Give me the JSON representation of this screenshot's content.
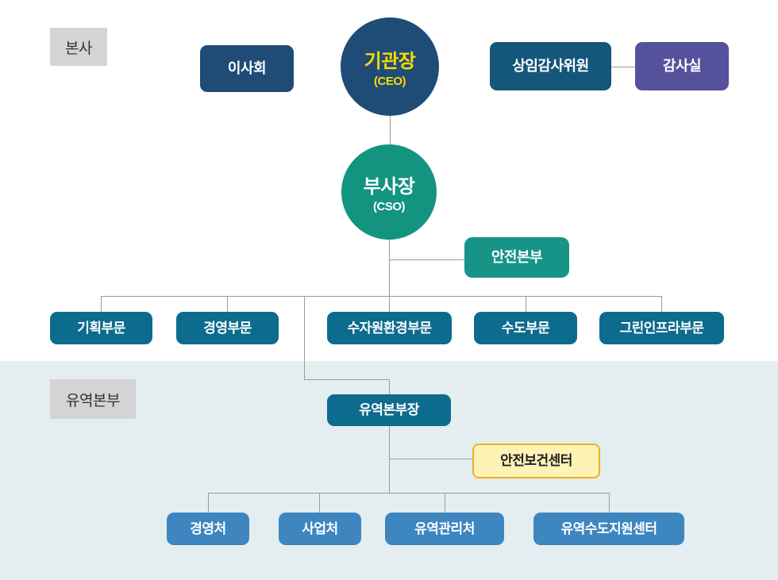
{
  "sections": {
    "headquarters": {
      "label": "본사"
    },
    "basin": {
      "label": "유역본부"
    }
  },
  "nodes": {
    "ceo": {
      "title": "기관장",
      "subtitle": "(CEO)"
    },
    "board": {
      "label": "이사회"
    },
    "audit_committee": {
      "label": "상임감사위원"
    },
    "audit_office": {
      "label": "감사실"
    },
    "cso": {
      "title": "부사장",
      "subtitle": "(CSO)"
    },
    "safety_hq": {
      "label": "안전본부"
    },
    "divisions": [
      "기획부문",
      "경영부문",
      "수자원환경부문",
      "수도부문",
      "그린인프라부문"
    ],
    "basin_head": {
      "label": "유역본부장"
    },
    "safety_health_center": {
      "label": "안전보건센터"
    },
    "basin_departments": [
      "경영처",
      "사업처",
      "유역관리처",
      "유역수도지원센터"
    ]
  },
  "colors": {
    "navy": "#1e4c77",
    "dark_teal_blue": "#15577b",
    "purple": "#55519c",
    "teal": "#12947f",
    "teal_box": "#169488",
    "division_blue": "#0d6b8e",
    "light_blue": "#3e86c0",
    "highlight_yellow_bg": "#fdf3b5",
    "highlight_yellow_border": "#f2b11e",
    "ceo_text_yellow": "#ffd800",
    "section_bg": "#e4edef",
    "label_gray": "#d4d4d4",
    "line_gray": "#9b9b9b"
  }
}
